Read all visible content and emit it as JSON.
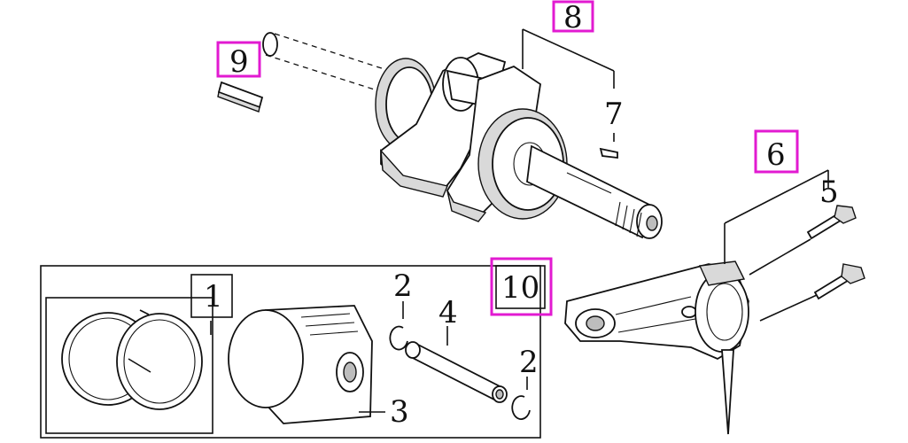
{
  "callouts": {
    "c1": "1",
    "c2a": "2",
    "c2b": "2",
    "c3": "3",
    "c4": "4",
    "c5": "5",
    "c6": "6",
    "c7": "7",
    "c8": "8",
    "c9": "9",
    "c10": "10"
  },
  "colors": {
    "highlight": "#e21ad1",
    "line": "#111111",
    "background": "#ffffff"
  }
}
